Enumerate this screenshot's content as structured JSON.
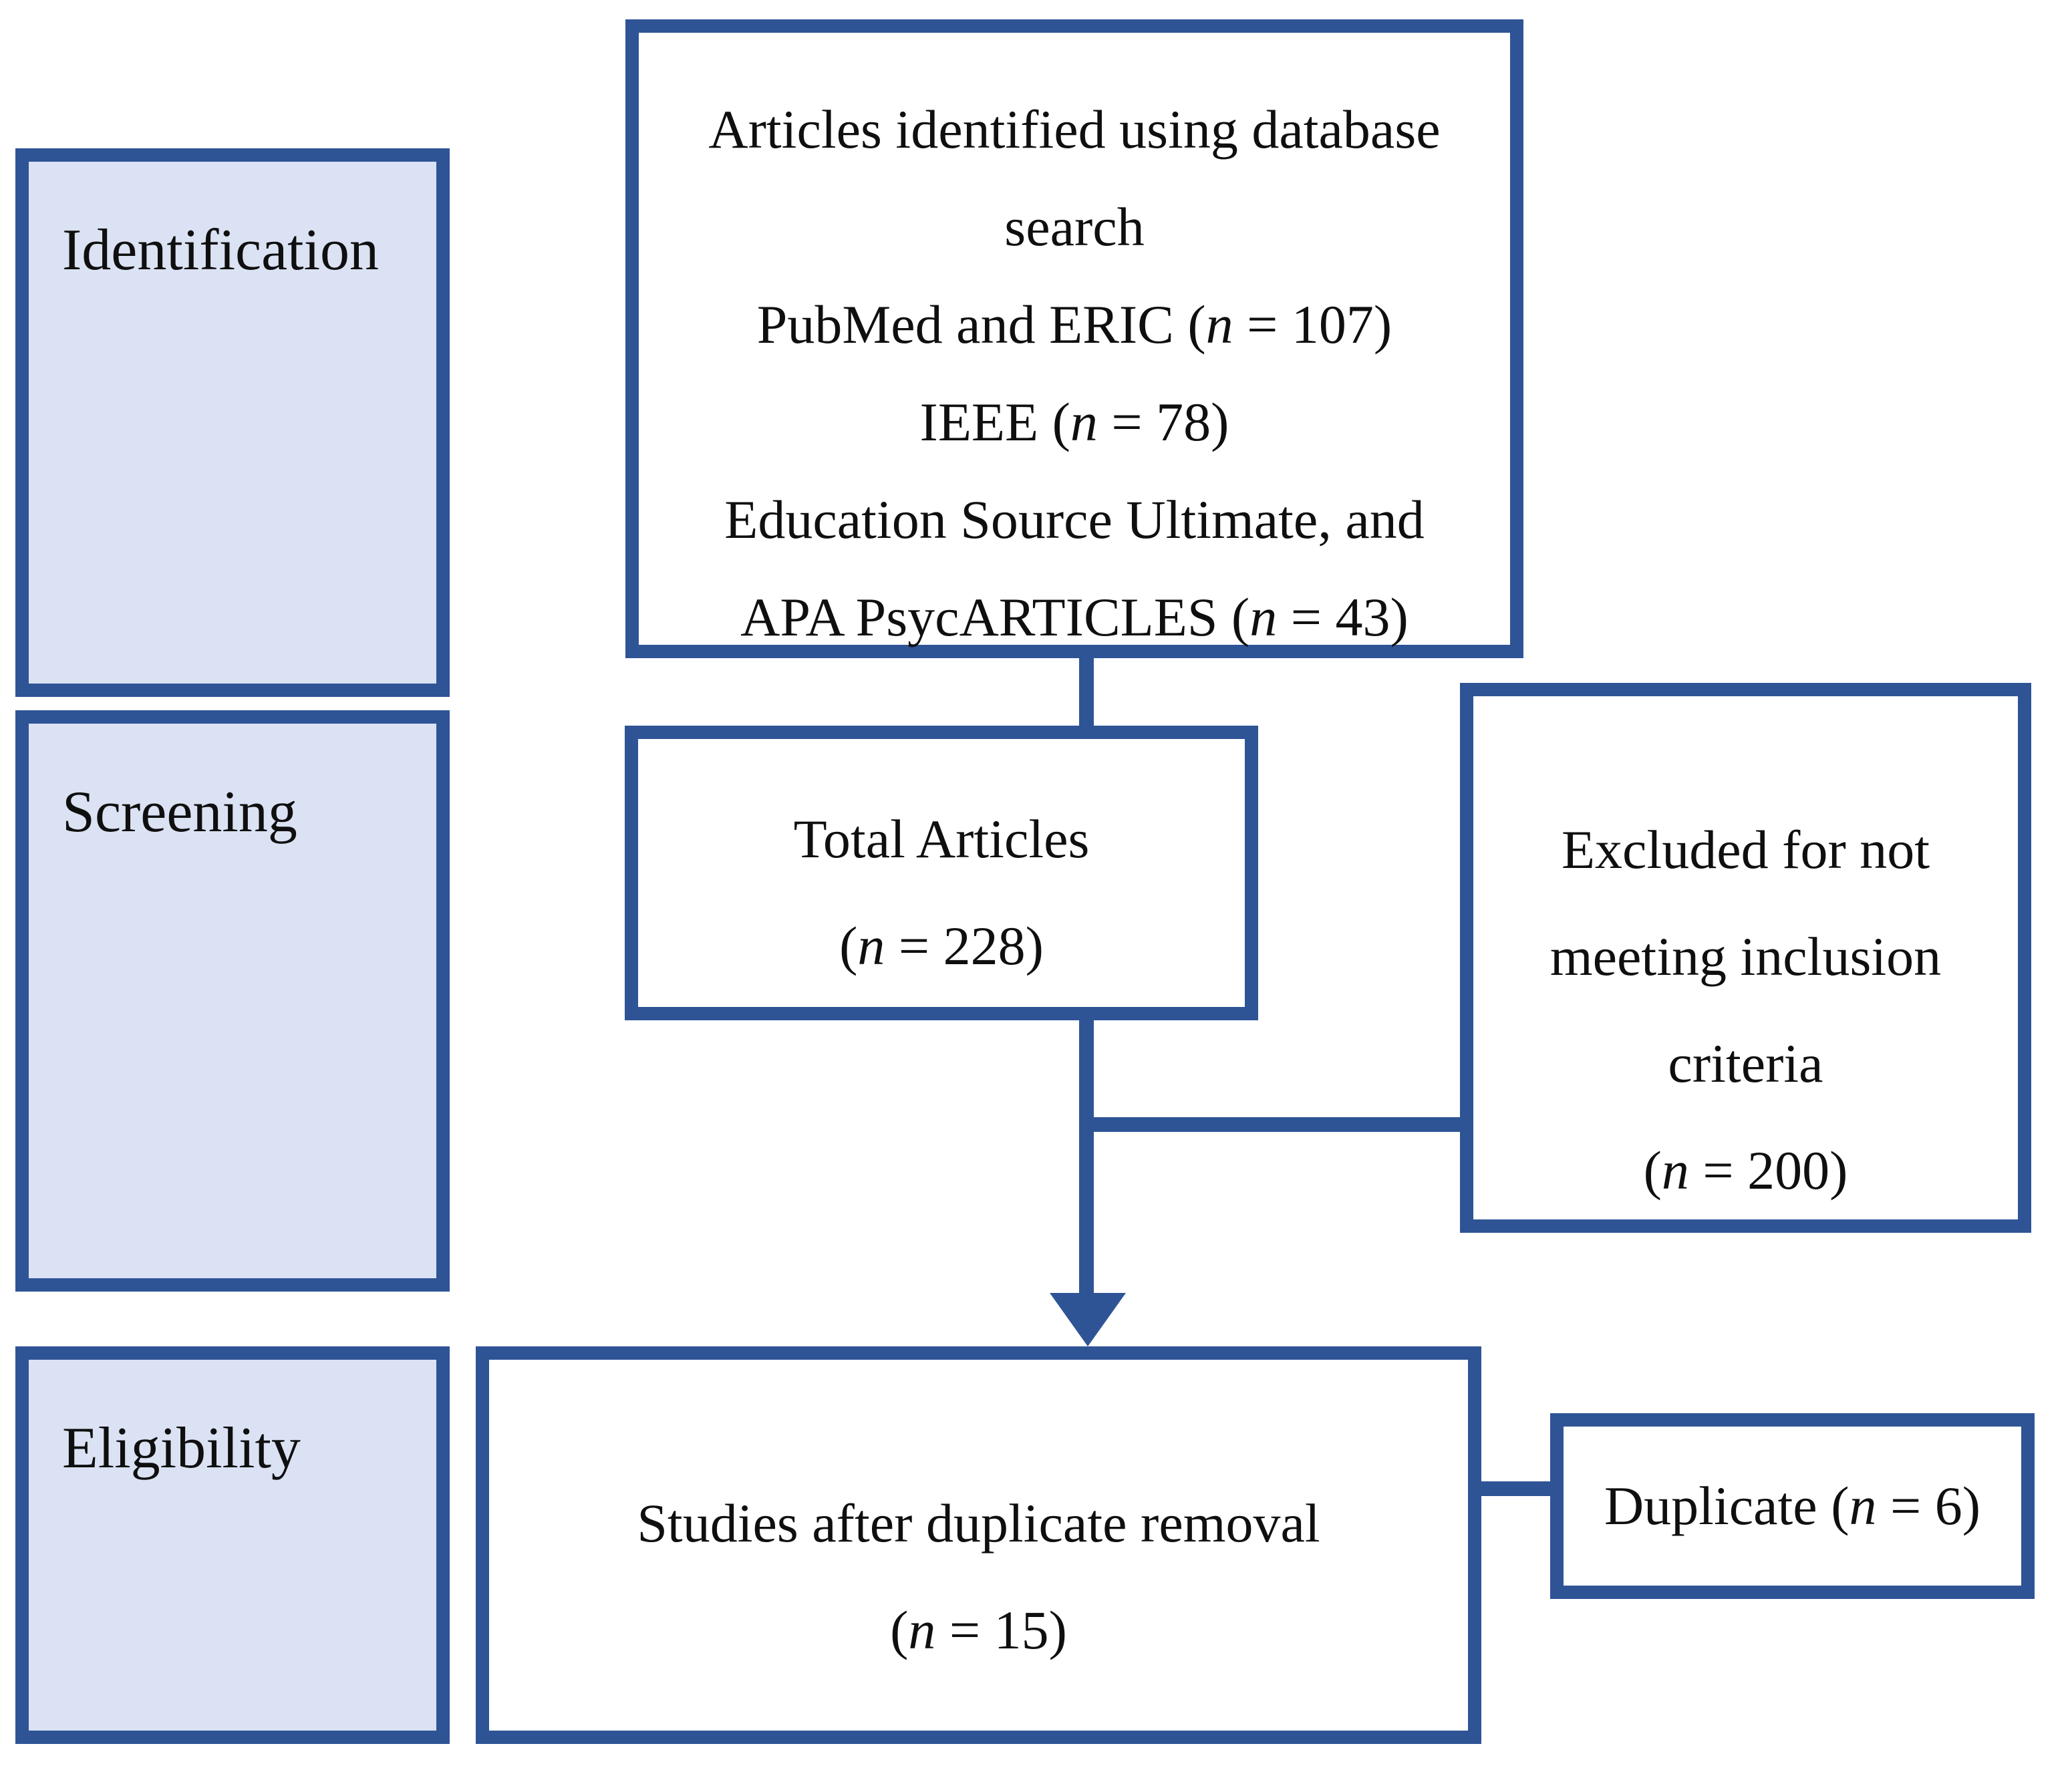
{
  "diagram": {
    "type": "prisma-flow",
    "colors": {
      "border_blue": "#2e5496",
      "stage_fill": "#dae2f3",
      "box_fill": "#ffffff",
      "text": "#0f0f0f",
      "background": "#ffffff"
    },
    "stages": {
      "identification": {
        "label": "Identification"
      },
      "screening": {
        "label": "Screening"
      },
      "eligibility": {
        "label": "Eligibility"
      }
    },
    "top_box": {
      "lines": [
        {
          "pre": "Articles identified using database",
          "n": "",
          "post": ""
        },
        {
          "pre": "search",
          "n": "",
          "post": ""
        },
        {
          "pre": "PubMed and ERIC (",
          "n": "n",
          "post": " = 107)"
        },
        {
          "pre": "IEEE (",
          "n": "n",
          "post": " = 78)"
        },
        {
          "pre": "Education Source Ultimate, and",
          "n": "",
          "post": ""
        },
        {
          "pre": "APA PsycARTICLES (",
          "n": "n",
          "post": " = 43)"
        }
      ]
    },
    "total_box": {
      "lines": [
        {
          "pre": "Total Articles",
          "n": "",
          "post": ""
        },
        {
          "pre": "(",
          "n": "n",
          "post": " = 228)"
        }
      ]
    },
    "excluded_box": {
      "lines": [
        {
          "pre": "Excluded for not",
          "n": "",
          "post": ""
        },
        {
          "pre": "meeting inclusion",
          "n": "",
          "post": ""
        },
        {
          "pre": "criteria",
          "n": "",
          "post": ""
        },
        {
          "pre": "(",
          "n": "n",
          "post": " = 200)"
        }
      ]
    },
    "studies_box": {
      "lines": [
        {
          "pre": "Studies after duplicate removal",
          "n": "",
          "post": ""
        },
        {
          "pre": "(",
          "n": "n",
          "post": " = 15)"
        }
      ]
    },
    "duplicate_box": {
      "lines": [
        {
          "pre": "Duplicate (",
          "n": "n",
          "post": " = 6)"
        }
      ]
    },
    "counts": {
      "pubmed_eric": 107,
      "ieee": 78,
      "edu_source_apa": 43,
      "total": 228,
      "excluded": 200,
      "after_duplicate_removal": 15,
      "duplicates": 6
    }
  }
}
